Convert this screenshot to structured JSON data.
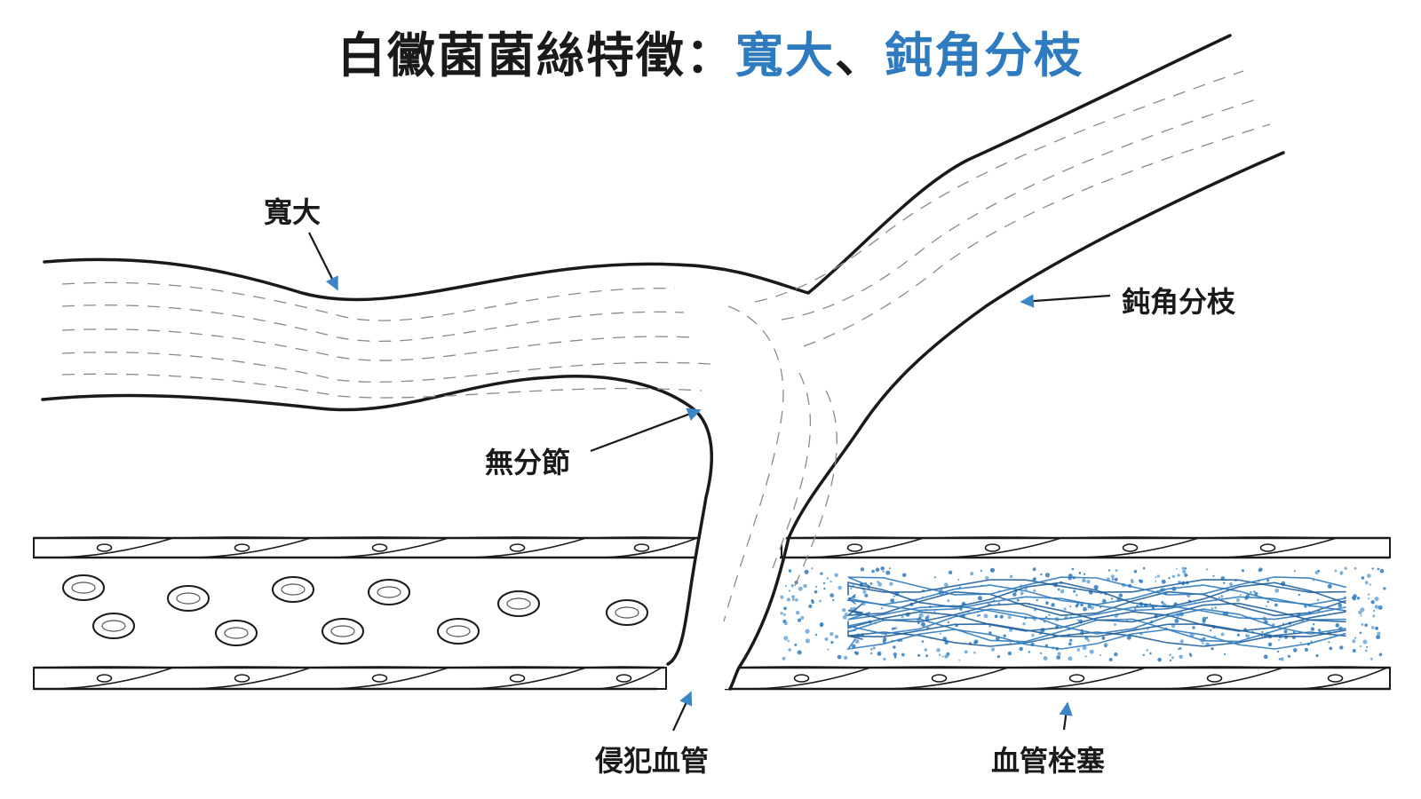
{
  "title": {
    "main": "白黴菌菌絲特徵：",
    "highlight_a": "寬大",
    "separator": "、",
    "highlight_b": "鈍角分枝"
  },
  "labels": {
    "wide": "寬大",
    "obtuse_branch": "鈍角分枝",
    "aseptate": "無分節",
    "vessel_invasion": "侵犯血管",
    "thrombosis": "血管栓塞"
  },
  "colors": {
    "ink": "#1a1a1a",
    "accent": "#2f7bbf",
    "accent_light": "#6aa6d8"
  }
}
